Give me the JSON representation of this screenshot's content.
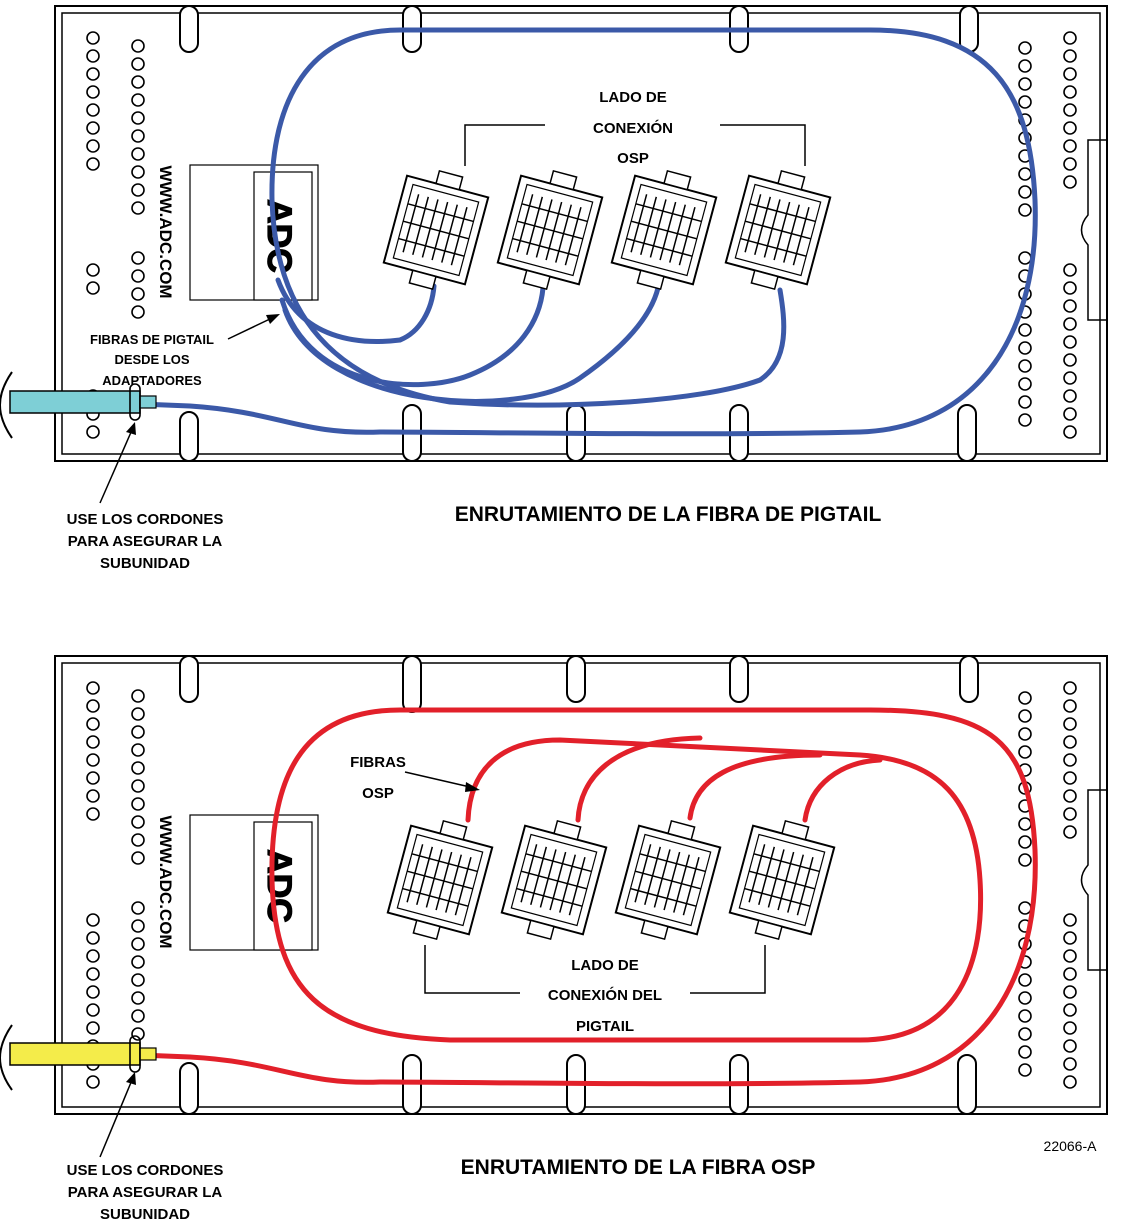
{
  "figure_id": "22066-A",
  "brand": {
    "url_text": "WWW.ADC.COM",
    "logo_text": "ADC"
  },
  "panels": [
    {
      "title": "ENRUTAMIENTO DE LA FIBRA DE PIGTAIL",
      "fiber_color": "#3b59a8",
      "cable_color": "#7ecfd6",
      "labels": {
        "connection_side": [
          "LADO DE",
          "CONEXIÓN",
          "OSP"
        ],
        "fibers": [
          "FIBRAS DE PIGTAIL",
          "DESDE LOS",
          "ADAPTADORES"
        ],
        "cords": [
          "USE LOS CORDONES",
          "PARA ASEGURAR LA",
          "SUBUNIDAD"
        ]
      }
    },
    {
      "title": "ENRUTAMIENTO DE LA FIBRA OSP",
      "fiber_color": "#e2202a",
      "cable_color": "#f4ec4a",
      "labels": {
        "connection_side": [
          "LADO DE",
          "CONEXIÓN DEL",
          "PIGTAIL"
        ],
        "fibers": [
          "FIBRAS",
          "OSP"
        ],
        "cords": [
          "USE LOS CORDONES",
          "PARA ASEGURAR LA",
          "SUBUNIDAD"
        ]
      }
    }
  ]
}
